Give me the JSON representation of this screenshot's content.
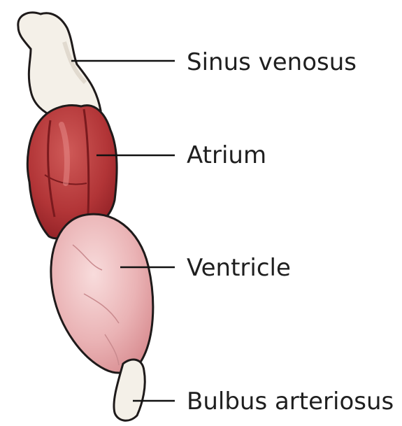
{
  "labels": {
    "sinus_venosus": "Sinus venosus",
    "atrium": "Atrium",
    "ventricle": "Ventricle",
    "bulbus_arteriosus": "Bulbus arteriosus"
  },
  "colors": {
    "sinus": "#f4f0e8",
    "atrium": "#b53a3c",
    "atrium_dark": "#8e1f25",
    "ventricle": "#eab3b5",
    "ventricle_light": "#f6d6d6",
    "outline": "#1e1a1a",
    "leader": "#111111",
    "text": "#1f1f1f"
  }
}
